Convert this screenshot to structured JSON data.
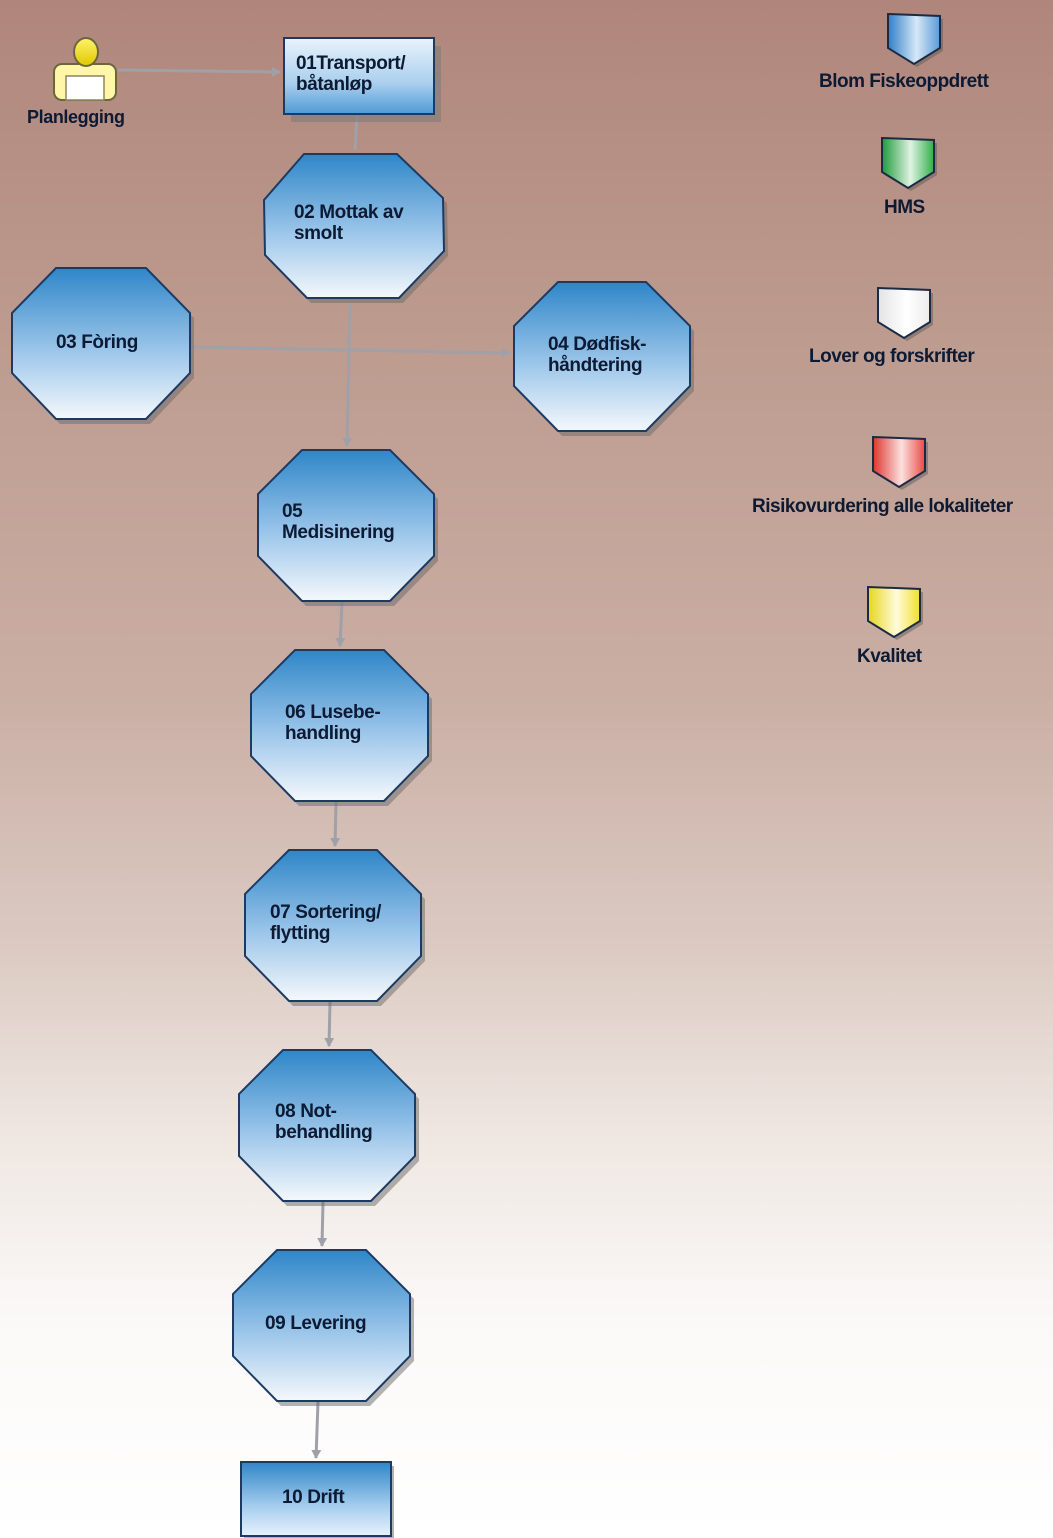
{
  "actor": {
    "label": "Planlegging",
    "icon": "person-icon",
    "color": "#f2e000"
  },
  "process_nodes": [
    {
      "id": "01",
      "line1": "01Transport/",
      "line2": "båtanløp",
      "shape": "rectangle"
    },
    {
      "id": "02",
      "line1": "02 Mottak av",
      "line2": "smolt",
      "shape": "octagon"
    },
    {
      "id": "03",
      "line1": "03 Fòring",
      "line2": "",
      "shape": "octagon"
    },
    {
      "id": "04",
      "line1": "04 Dødfisk-",
      "line2": "håndtering",
      "shape": "octagon"
    },
    {
      "id": "05",
      "line1": "05",
      "line2": "Medisinering",
      "shape": "octagon"
    },
    {
      "id": "06",
      "line1": "06 Lusebe-",
      "line2": "handling",
      "shape": "octagon"
    },
    {
      "id": "07",
      "line1": "07 Sortering/",
      "line2": "flytting",
      "shape": "octagon"
    },
    {
      "id": "08",
      "line1": "08 Not-",
      "line2": "behandling",
      "shape": "octagon"
    },
    {
      "id": "09",
      "line1": "09 Levering",
      "line2": "",
      "shape": "octagon"
    },
    {
      "id": "10",
      "line1": "10 Drift",
      "line2": "",
      "shape": "rectangle"
    }
  ],
  "legend": [
    {
      "label": "Blom Fiskeoppdrett",
      "color": "#5b9bd5"
    },
    {
      "label": "HMS",
      "color": "#3cae4a"
    },
    {
      "label": "Lover og forskrifter",
      "color": "#ffffff"
    },
    {
      "label": "Risikovurdering alle lokaliteter",
      "color": "#e8403a"
    },
    {
      "label": "Kvalitet",
      "color": "#f0e030"
    }
  ],
  "colors": {
    "node_top": "#2f86c8",
    "node_bottom": "#f4f8fc",
    "connector": "#a0a0a8"
  }
}
